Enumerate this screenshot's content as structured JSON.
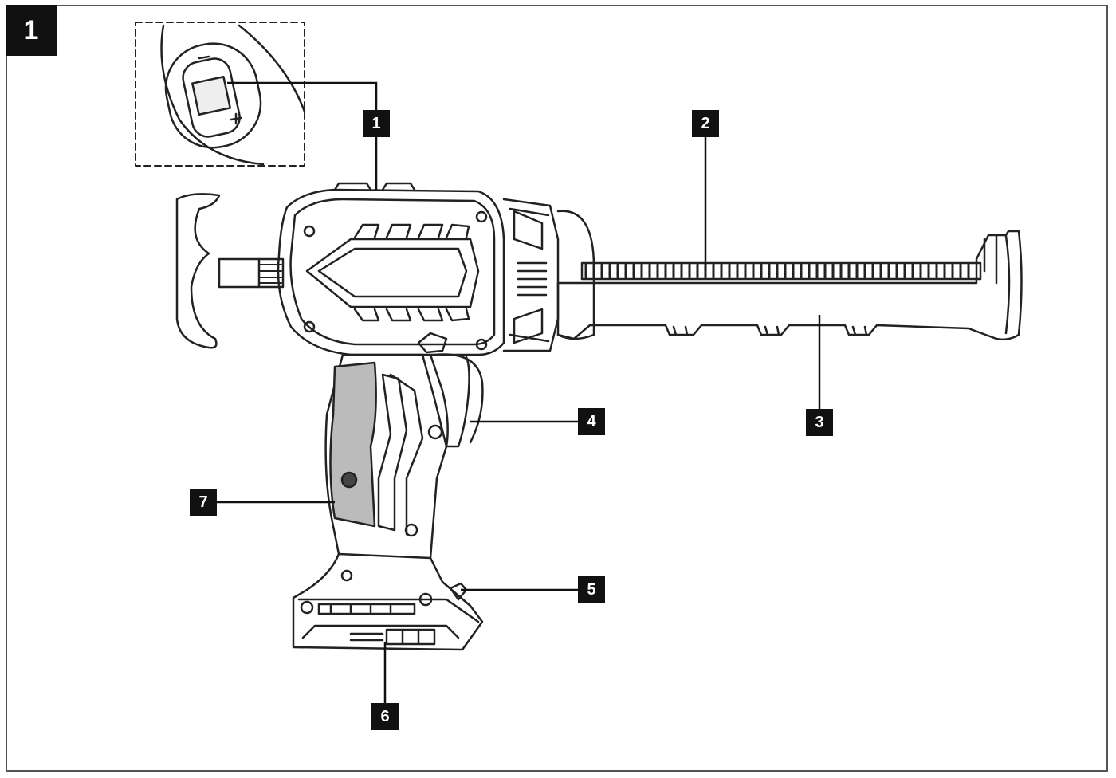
{
  "figure": {
    "number": "1",
    "subject-icon": "cordless-caulking-gun-icon",
    "inset-icon": "speed-adjust-switch-icon",
    "callouts": [
      {
        "label": "1",
        "part-icon": "speed-switch-icon"
      },
      {
        "label": "2",
        "part-icon": "rack-rod-icon"
      },
      {
        "label": "3",
        "part-icon": "cartridge-holder-icon"
      },
      {
        "label": "4",
        "part-icon": "trigger-icon"
      },
      {
        "label": "5",
        "part-icon": "battery-release-icon"
      },
      {
        "label": "6",
        "part-icon": "battery-mount-icon"
      },
      {
        "label": "7",
        "part-icon": "grip-icon"
      }
    ]
  }
}
